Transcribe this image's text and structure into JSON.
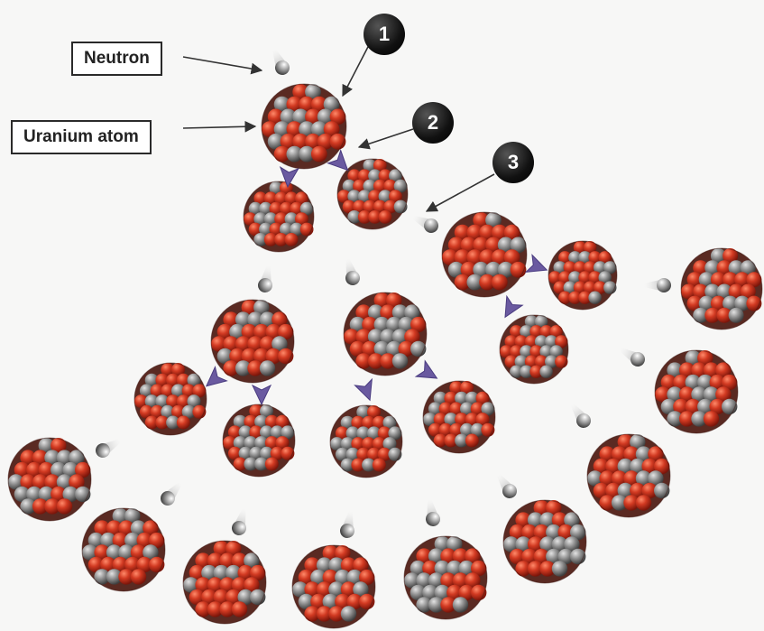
{
  "labels": {
    "neutron": "Neutron",
    "uranium_atom": "Uranium atom"
  },
  "steps": [
    "1",
    "2",
    "3"
  ],
  "colors": {
    "background": "#f7f7f6",
    "proton": "#d23a22",
    "neutron_particle": "#8e8e8e",
    "arrow": "#6a5aa0",
    "badge": "#111111"
  }
}
